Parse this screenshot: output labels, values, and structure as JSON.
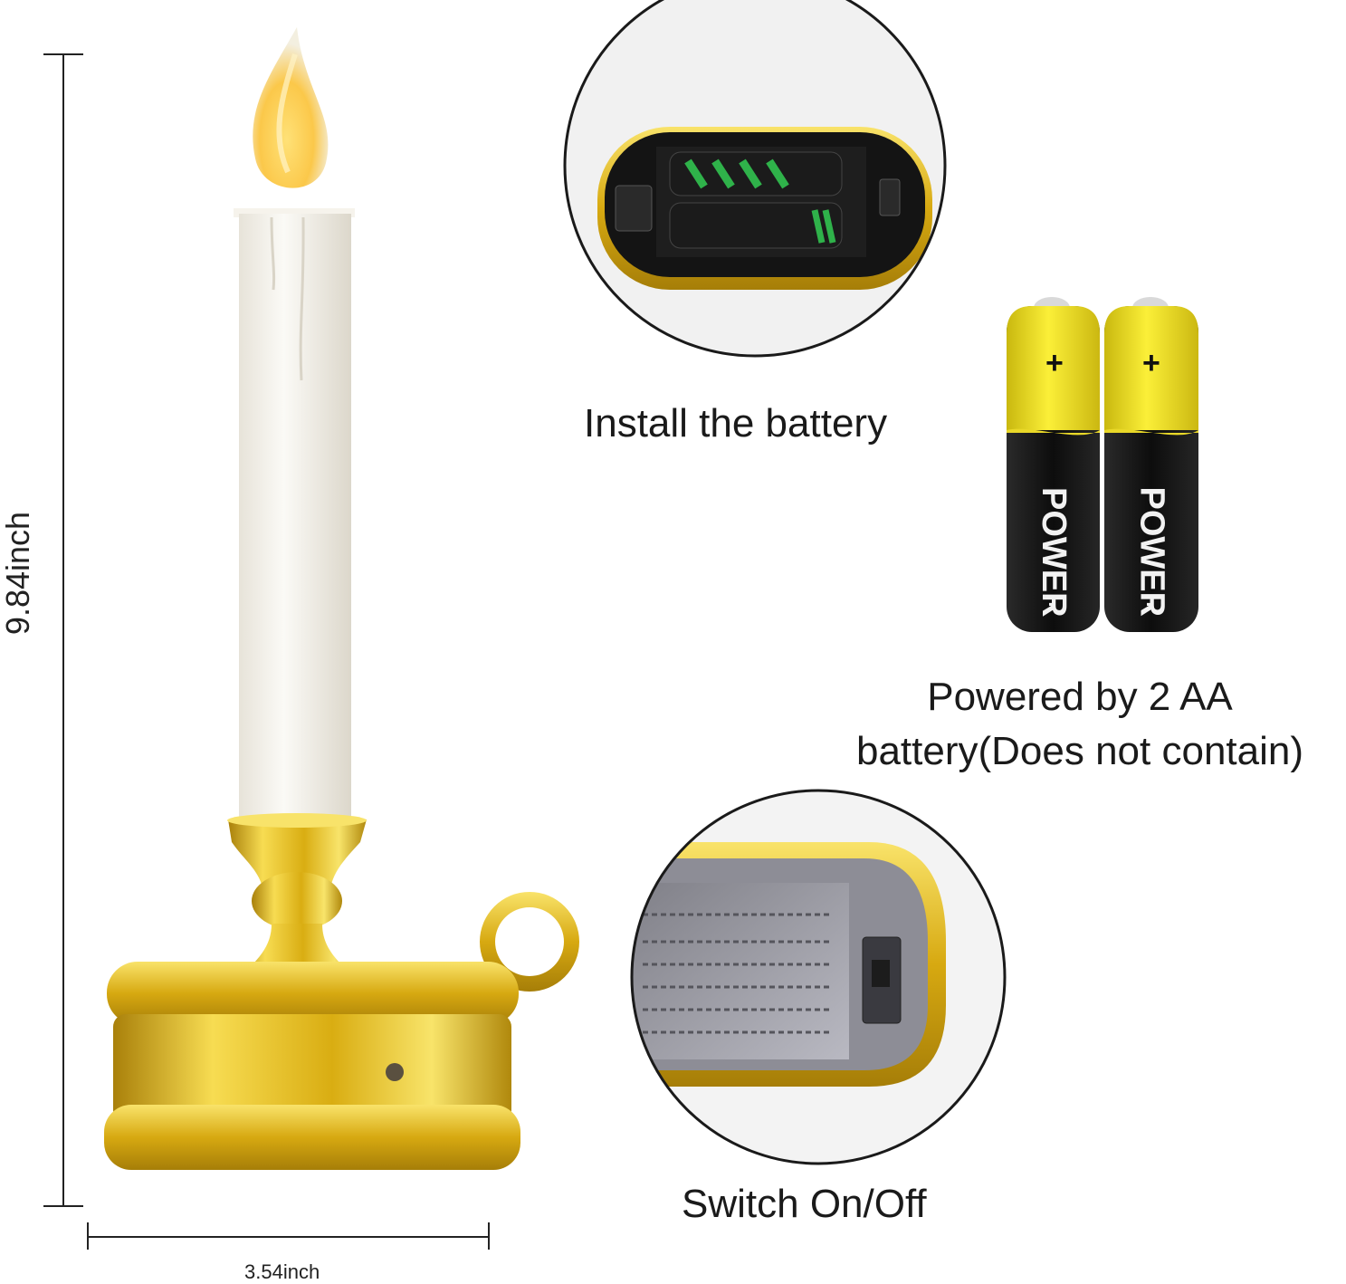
{
  "dimensions": {
    "height_label": "9.84inch",
    "width_label": "3.54inch"
  },
  "features": {
    "battery_install": {
      "caption": "Install the battery"
    },
    "power_source": {
      "caption_line1": "Powered by 2 AA",
      "caption_line2": "battery(Does not contain)"
    },
    "switch": {
      "caption": "Switch On/Off"
    }
  },
  "battery_labels": {
    "brand": "POWER",
    "plus": "+",
    "minus": "-"
  },
  "colors": {
    "gold": "#d9b00f",
    "battery_yellow": "#f3e32c",
    "battery_black": "#141414",
    "candle_white": "#f4f1ea",
    "flame": "#ffd35a"
  }
}
